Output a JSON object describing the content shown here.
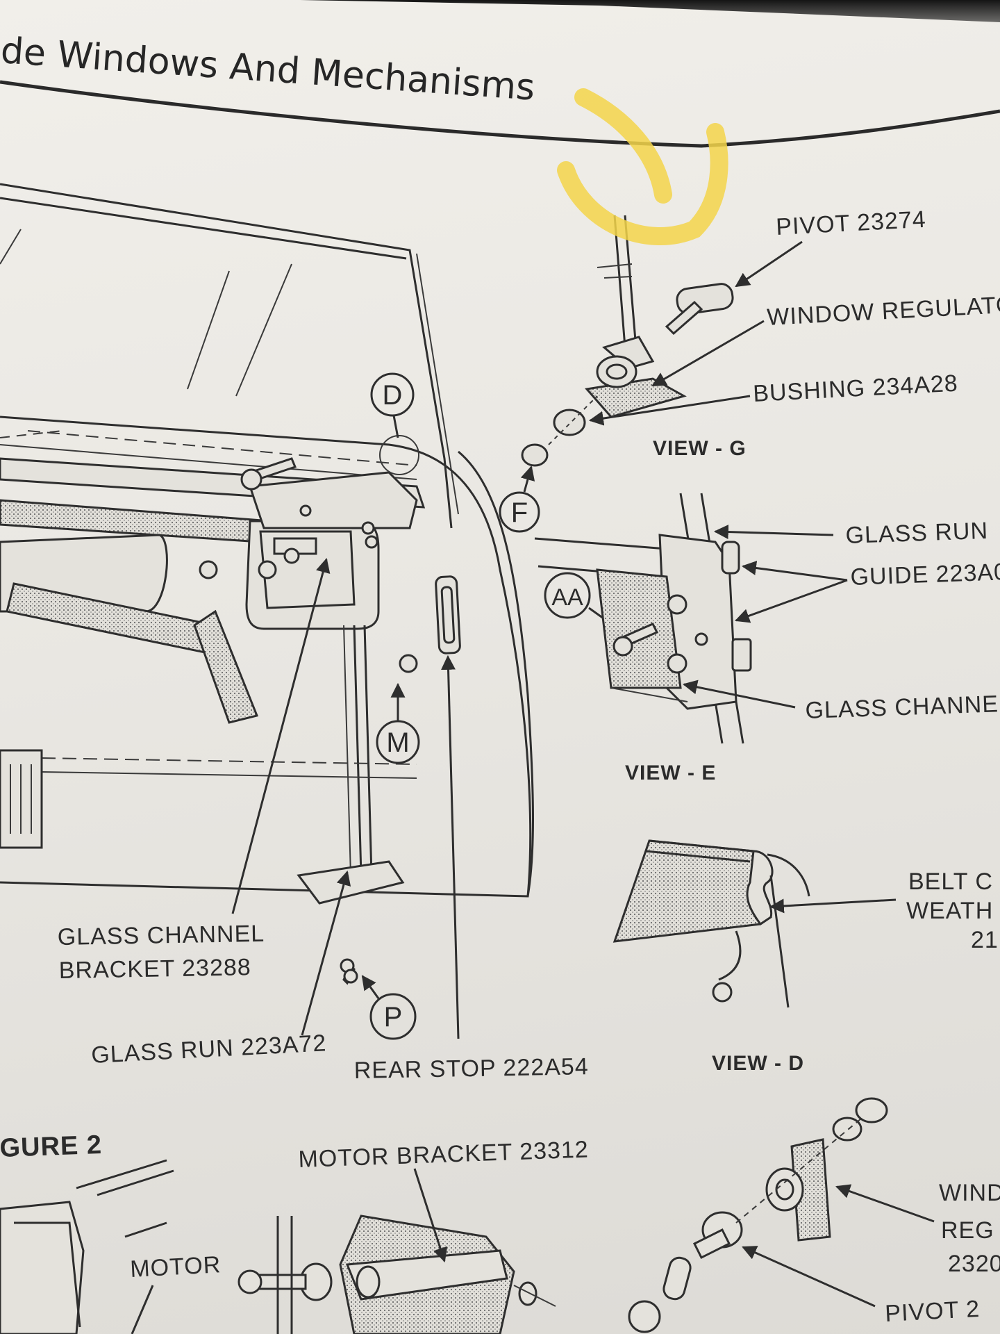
{
  "page": {
    "header_title": "de Windows And Mechanisms"
  },
  "callouts": {
    "pivot_top": "PIVOT 23274",
    "window_regulator_top": "WINDOW REGULATOR",
    "bushing": "BUSHING 234A28",
    "glass_run_right": "GLASS RUN",
    "guide": "GUIDE 223A0",
    "glass_channel_right": "GLASS CHANNE",
    "belt_line1": "BELT C",
    "belt_line2": "WEATH",
    "belt_line3": "21",
    "glass_channel_bracket_line1": "GLASS CHANNEL",
    "glass_channel_bracket_line2": "BRACKET 23288",
    "glass_run_left": "GLASS RUN 223A72",
    "rear_stop": "REAR STOP 222A54",
    "motor_bracket": "MOTOR BRACKET 23312",
    "figure": "GURE 2",
    "motor": "MOTOR",
    "wind_line1": "WIND",
    "wind_line2": "REG",
    "wind_line3": "2320",
    "pivot_bottom": "PIVOT 2"
  },
  "views": {
    "g": "VIEW - G",
    "e": "VIEW - E",
    "d": "VIEW - D"
  },
  "markers": {
    "d": "D",
    "f": "F",
    "aa": "AA",
    "m": "M",
    "p": "P"
  },
  "colors": {
    "paper": "#ecebe6",
    "ink": "#2b2b2b",
    "highlighter": "#f3d54a"
  }
}
